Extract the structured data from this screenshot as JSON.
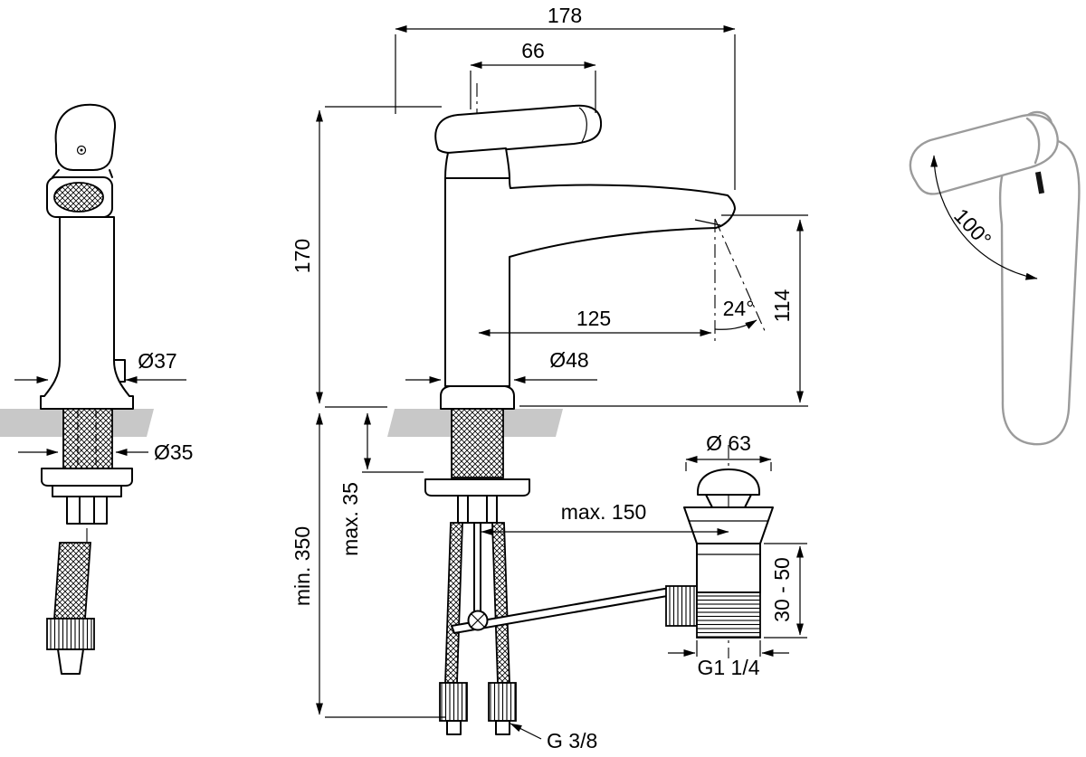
{
  "meta": {
    "type": "technical-installation-drawing",
    "subject": "single-lever basin mixer with pop-up waste"
  },
  "dimensions": {
    "overall_length": "178",
    "handle_length": "66",
    "height": "170",
    "reach": "125",
    "spout_angle": "24°",
    "outlet_height": "114",
    "base_dia": "Ø48",
    "side_dia": "Ø37",
    "shank_dia": "Ø35",
    "deck_max": "max. 35",
    "hose_min": "min. 350",
    "waste_cap": "Ø 63",
    "waste_offset": "max. 150",
    "waste_range": "30 - 50",
    "waste_thread": "G1 1/4",
    "supply_thread": "G 3/8",
    "swivel": "100°"
  },
  "colors": {
    "line": "#000000",
    "deck": "#c8c8c8",
    "perspective": "#9b9b9b",
    "background": "#ffffff"
  }
}
